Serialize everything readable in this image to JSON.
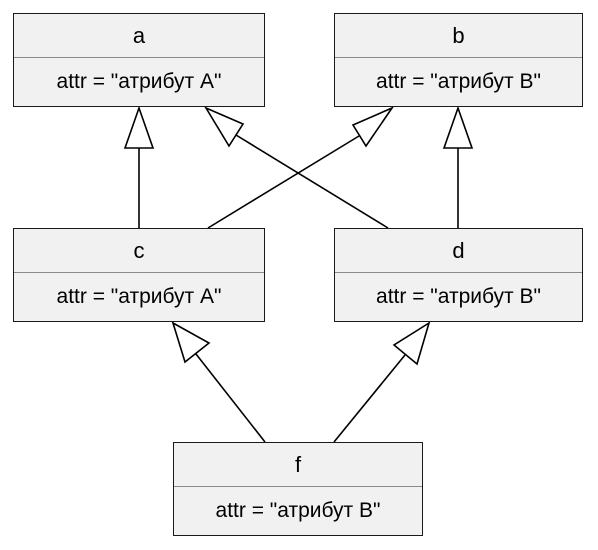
{
  "classes": {
    "a": {
      "name": "a",
      "attr": "attr = \"атрибут A\""
    },
    "b": {
      "name": "b",
      "attr": "attr = \"атрибут B\""
    },
    "c": {
      "name": "c",
      "attr": "attr = \"атрибут A\""
    },
    "d": {
      "name": "d",
      "attr": "attr = \"атрибут B\""
    },
    "f": {
      "name": "f",
      "attr": "attr = \"атрибут B\""
    }
  },
  "colors": {
    "box_fill": "#f1f1f1",
    "box_border": "#1a1a1a",
    "edge": "#000000"
  }
}
